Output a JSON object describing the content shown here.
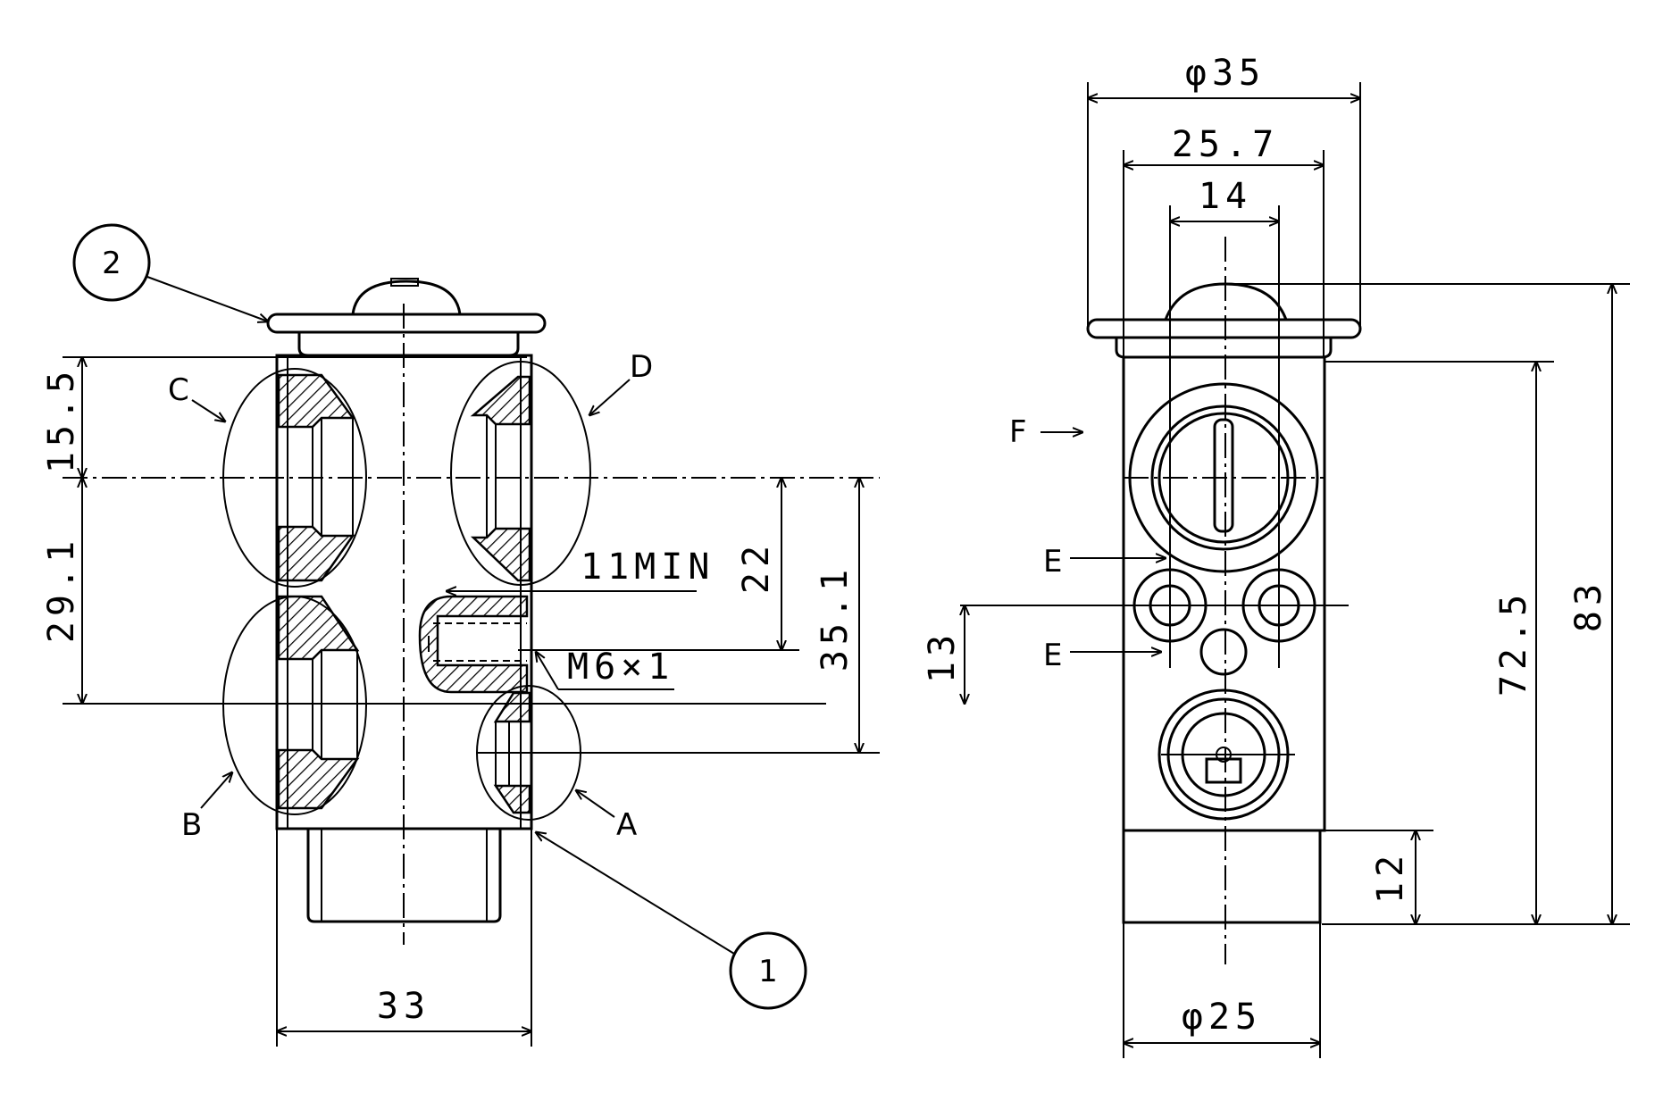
{
  "front_view": {
    "balloon_2": "2",
    "balloon_1": "1",
    "label_a": "A",
    "label_b": "B",
    "label_c": "C",
    "label_d": "D",
    "dim_15_5": "15.5",
    "dim_29_1": "29.1",
    "dim_22": "22",
    "dim_35_1": "35.1",
    "dim_13": "13",
    "dim_33": "33",
    "note_11min": "11MIN",
    "note_thread": "M6×1"
  },
  "side_view": {
    "label_f": "F",
    "label_e_upper": "E",
    "label_e_lower": "E",
    "dim_phi35": "φ35",
    "dim_25_7": "25.7",
    "dim_14": "14",
    "dim_72_5": "72.5",
    "dim_83": "83",
    "dim_12": "12",
    "dim_phi25": "φ25"
  }
}
